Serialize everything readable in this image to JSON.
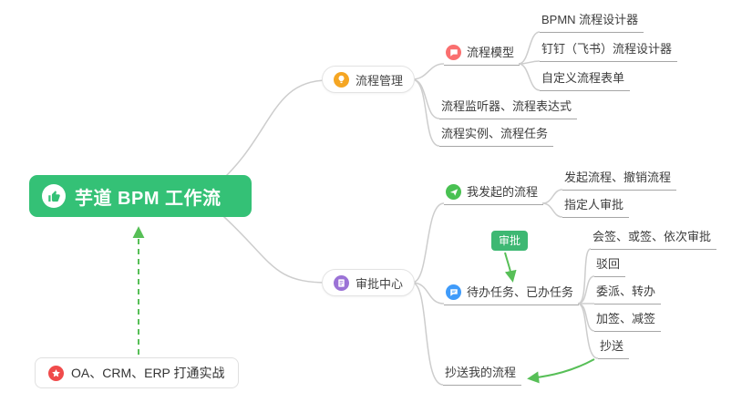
{
  "root": {
    "label": "芋道 BPM 工作流"
  },
  "branches": {
    "process_management": {
      "label": "流程管理",
      "children": {
        "process_model": {
          "label": "流程模型",
          "children": {
            "bpmn_designer": {
              "label": "BPMN 流程设计器"
            },
            "dingtalk_feishu_designer": {
              "label": "钉钉（飞书）流程设计器"
            },
            "custom_process_form": {
              "label": "自定义流程表单"
            }
          }
        },
        "listener_expression": {
          "label": "流程监听器、流程表达式"
        },
        "instance_task": {
          "label": "流程实例、流程任务"
        }
      }
    },
    "approval_center": {
      "label": "审批中心",
      "children": {
        "my_initiated_process": {
          "label": "我发起的流程",
          "children": {
            "initiate_cancel": {
              "label": "发起流程、撤销流程"
            },
            "assigned_approver": {
              "label": "指定人审批"
            }
          }
        },
        "todo_done_tasks": {
          "label": "待办任务、已办任务",
          "children": {
            "countersign": {
              "label": "会签、或签、依次审批"
            },
            "reject": {
              "label": "驳回"
            },
            "delegate_transfer": {
              "label": "委派、转办"
            },
            "add_reduce_sign": {
              "label": "加签、减签"
            },
            "carbon_copy": {
              "label": "抄送"
            }
          }
        },
        "cc_my_process": {
          "label": "抄送我的流程"
        }
      }
    }
  },
  "floating": {
    "oa_crm_erp": {
      "label": "OA、CRM、ERP 打通实战"
    }
  },
  "badge": {
    "approval": "审批"
  },
  "colors": {
    "root_bg": "#34c176",
    "connector_gray": "#cdcdcd",
    "arrow_green": "#57bf57",
    "badge_bg": "#3eb873",
    "icon_process_management": "#f5a623",
    "icon_approval_center": "#9b72d6",
    "icon_process_model": "#fa6f6f",
    "icon_my_initiated": "#49c152",
    "icon_todo_done": "#3f9bfa",
    "icon_oa": "#f04b4b"
  }
}
